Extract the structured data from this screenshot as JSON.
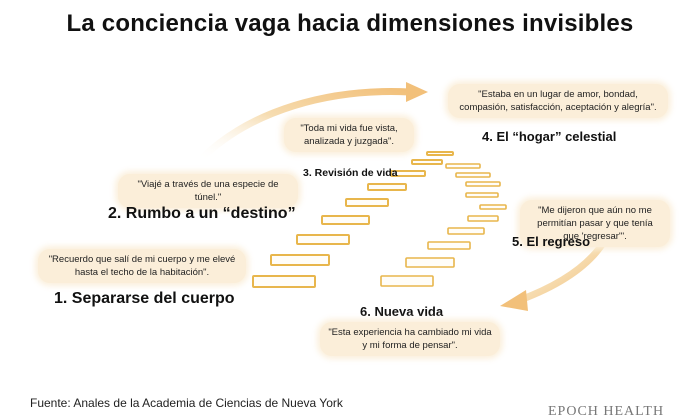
{
  "title": "La conciencia vaga hacia dimensiones invisibles",
  "steps": [
    {
      "label": "1. Separarse del cuerpo",
      "quote": "\"Recuerdo que salí de mi cuerpo y me elevé hasta el techo de la habitación\"."
    },
    {
      "label": "2. Rumbo a un “destino”",
      "quote": "\"Viajé a través de una especie de túnel.\""
    },
    {
      "label": "3. Revisión de vida",
      "quote": "\"Toda mi vida fue vista, analizada y juzgada\"."
    },
    {
      "label": "4. El “hogar” celestial",
      "quote": "\"Estaba en un lugar de amor, bondad, compasión, satisfacción, aceptación y alegría\"."
    },
    {
      "label": "5. El regreso",
      "quote": "\"Me dijeron que aún no me permitían pasar y que tenía que 'regresar'\"."
    },
    {
      "label": "6. Nueva vida",
      "quote": "\"Esta experiencia ha cambiado mi vida y mi forma de pensar\"."
    }
  ],
  "source": "Fuente: Anales de la Academia de Ciencias de Nueva York",
  "brand": "EPOCH HEALTH",
  "colors": {
    "bubble": "#fbeed9",
    "stair_stroke": "#e8b64c",
    "arrow": "#f3c98a"
  }
}
